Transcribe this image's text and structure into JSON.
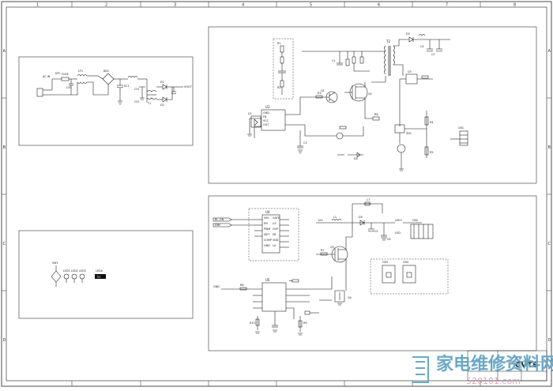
{
  "frame": {
    "col_marks": [
      "1",
      "2",
      "3",
      "4",
      "5",
      "6",
      "7",
      "8"
    ],
    "row_marks": [
      "A",
      "B",
      "C",
      "D"
    ]
  },
  "power_input": {
    "labels": [
      "FUSE",
      "NTC",
      "CX1",
      "LF1",
      "BD1",
      "CY1",
      "CY2",
      "EC1",
      "D1",
      "D2",
      "T1"
    ],
    "ac_label": "AC IN",
    "out_label": "VOUT"
  },
  "flyback": {
    "labels": [
      "T2",
      "Q1",
      "Q2",
      "U1",
      "R1",
      "R2",
      "C1",
      "C2",
      "D3",
      "D4",
      "ZD1",
      "U2",
      "U3",
      "CN1",
      "R3",
      "R4",
      "C3",
      "C4",
      "R5",
      "R6"
    ],
    "ic_pins": [
      "GND",
      "FB",
      "VCC",
      "OUT"
    ],
    "connector_label": "CN1"
  },
  "misc": {
    "labels": [
      "LED1",
      "LED2",
      "LED3",
      "LED4",
      "SW1"
    ],
    "tag": "S1"
  },
  "backlight": {
    "labels": [
      "U4",
      "U5",
      "Q3",
      "Q4",
      "L1",
      "D5",
      "C5",
      "C6",
      "C7",
      "R7",
      "R8",
      "R9",
      "R10",
      "CN2",
      "CN3",
      "CN4"
    ],
    "ic_pins_left": [
      "VIN",
      "EN",
      "PWM",
      "ISET",
      "COMP",
      "GND"
    ],
    "ic_pins_right": [
      "GATE",
      "CS",
      "OVP",
      "FB",
      "VDD",
      "LX"
    ],
    "net_labels": [
      "BL_ON",
      "DIM",
      "LED+",
      "LED-",
      "12V",
      "GND"
    ]
  },
  "title_block": {
    "logo": "CVTE"
  },
  "watermark": {
    "text_cn": "家电维修资料网",
    "url": "520101.com"
  }
}
